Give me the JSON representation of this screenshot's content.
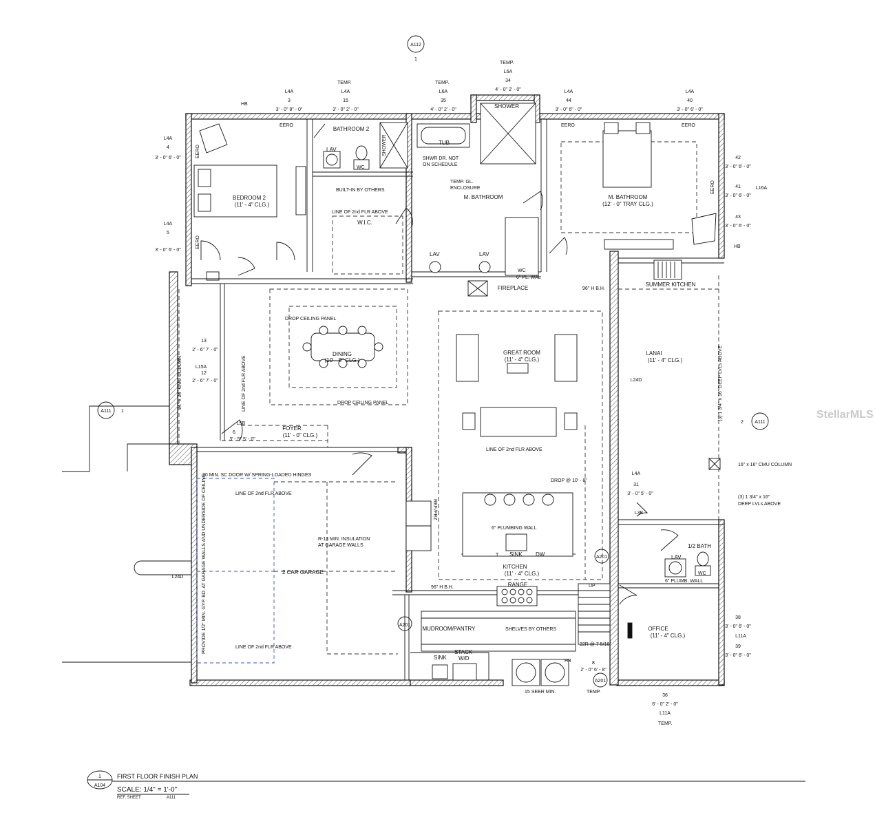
{
  "rooms": {
    "bedroom2": {
      "name": "BEDROOM 2",
      "clg": "(11' - 4\" CLG.)"
    },
    "bathroom2": {
      "name": "BATHROOM 2"
    },
    "mbathroom": {
      "name": "M. BATHROOM"
    },
    "mbathroom_bed": {
      "name": "M. BATHROOM",
      "clg": "(12' - 0\" TRAY CLG.)"
    },
    "wic": {
      "name": "W.I.C."
    },
    "dining": {
      "name": "DINING",
      "clg": "(10' - 8\" CLG.)"
    },
    "great_room": {
      "name": "GREAT ROOM",
      "clg": "(11' - 4\" CLG.)"
    },
    "lanai": {
      "name": "LANAI",
      "clg": "(11' - 4\" CLG.)"
    },
    "summer_kitchen": {
      "name": "SUMMER KITCHEN"
    },
    "foyer": {
      "name": "FOYER",
      "clg": "(11' - 0\" CLG.)"
    },
    "garage": {
      "name": "2 CAR GARAGE"
    },
    "kitchen": {
      "name": "KITCHEN",
      "clg": "(11' - 4\" CLG.)"
    },
    "half_bath": {
      "name": "1/2 BATH"
    },
    "office": {
      "name": "OFFICE",
      "clg": "(11' - 4\" CLG.)"
    },
    "mudroom": {
      "name": "MUDROOM/PANTRY"
    }
  },
  "fixtures": {
    "lav": "LAV",
    "wc": "WC",
    "shower": "SHOWER",
    "tub": "TUB",
    "sink": "SINK",
    "range": "RANGE",
    "fireplace": "FIREPLACE",
    "stack": "STACK",
    "wd": "W/D",
    "dw": "DW",
    "t": "T",
    "up": "UP",
    "hb": "HB",
    "eero": "EERO",
    "ref": "REF./FRZ"
  },
  "notes": {
    "builtin": "BUILT-IN BY OTHERS",
    "line2nd": "LINE OF 2nd FLR ABOVE",
    "shwr_dr1": "SHWR DR. NOT",
    "shwr_dr2": "ON SCHEDULE",
    "temp_gl1": "TEMP. GL.",
    "temp_gl2": "ENCLOSURE",
    "drop_panel": "DROP CEILING PANEL",
    "drop_10": "DROP @ 10' - 8\"",
    "plumb_wall": "6\" PLUMBING WALL",
    "plumb_wall2": "6\" PLUMB. WALL",
    "pl_wall": "6\" PL. WAL",
    "hb96": "96\" H B.H.",
    "column24": "24\" x 24\" CMU COLUMN",
    "column16": "16\" x 16\" CMU COLUMN",
    "lvl_deep1": "(3) 1 3/4\" x 16\"",
    "lvl_deep2": "DEEP LVLs ABOVE",
    "lvl_vert": "(3) 1 3/4\" x 16\" DEEP LVLs ABOVE",
    "sc_door": "20 MIN. SC DOOR W/ SPRING-LOADED HINGES",
    "insulation1": "R-13 MIN. INSULATION",
    "insulation2": "AT GARAGE WALLS",
    "gyp_bd": "PROVIDE 1/2\" MIN. GYP. BD. AT GARAGE WALLS AND UNDERSIDE OF CEILING",
    "shelves": "SHELVES BY OTHERS",
    "stair": "22R @ 7 5/16\"",
    "seer": "15 SEER MIN.",
    "temp": "TEMP."
  },
  "tags": {
    "a112": "A112",
    "a111": "A111",
    "a201": "A201",
    "l4a": "L4A",
    "l6a": "L6A",
    "l16a": "L16A",
    "l15a": "L15A",
    "l5b": "L5B",
    "l3b": "L3B",
    "l24d": "L24D",
    "l11a": "L11A",
    "one": "1",
    "two": "2"
  },
  "dims": {
    "d3": "3' - 0\" 8\" - 0\"",
    "d15": "3' - 0\" 2' - 0\"",
    "d35": "4' - 0\" 2' - 0\"",
    "d34": "4' - 0\" 2' - 0\"",
    "d44": "3' - 0\" 6\" - 0\"",
    "d40": "3' - 0\" 6' - 0\"",
    "d4": "3' - 0\" 6' - 0\"",
    "d5": "3' - 0\" 6' - 0\"",
    "d42": "3' - 0\" 6' - 0\"",
    "d41": "3' - 0\" 6' - 0\"",
    "d43": "3' - 0\" 6' - 0\"",
    "d13": "2' - 6\" 7' - 0\"",
    "d12": "2' - 6\" 7' - 0\"",
    "d6": "3' - 5\" 5' - 0\"",
    "d31": "3' - 0\" 5' - 0\"",
    "d38": "3' - 0\" 6' - 0\"",
    "d39": "3' - 0\" 6' - 0\"",
    "d36": "6' - 0\" 2' - 0\"",
    "d8": "2' - 0\" 6' - 8\"",
    "n3": "3",
    "n15": "15",
    "n35": "35",
    "n34": "34",
    "n44": "44",
    "n40": "40",
    "n4": "4",
    "n5": "5",
    "n42": "42",
    "n41": "41",
    "n43": "43",
    "n13": "13",
    "n12": "12",
    "n6": "6",
    "n31": "31",
    "n38": "38",
    "n39": "39",
    "n36": "36",
    "n8": "8"
  },
  "watermark": "StellarMLS",
  "title_block": {
    "number": "1",
    "sheet": "A104",
    "title": "FIRST FLOOR FINISH PLAN",
    "scale": "SCALE:  1/4\" = 1'-0\"",
    "ref_label": "REF. SHEET:",
    "ref_value": "A111"
  }
}
